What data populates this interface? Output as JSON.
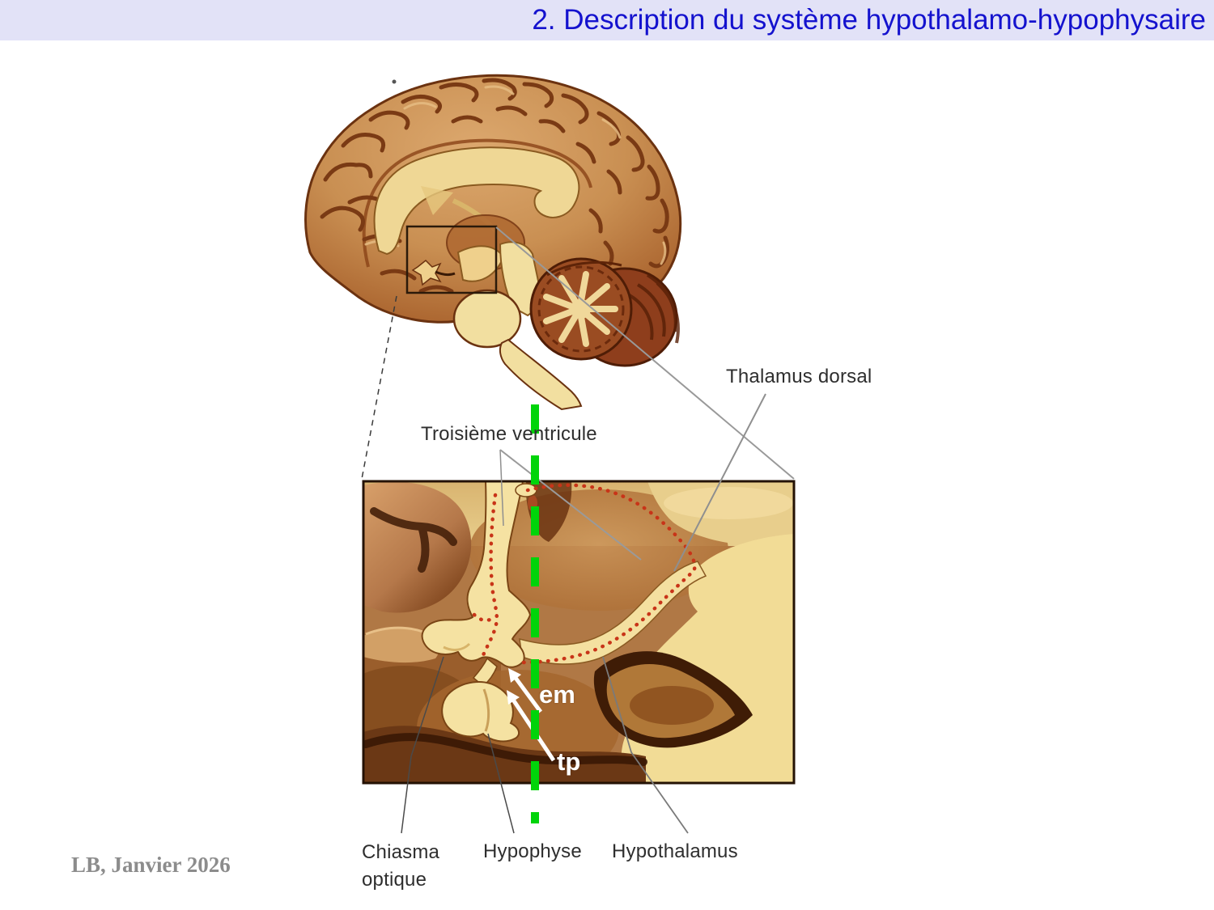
{
  "slide": {
    "title": "2. Description du système hypothalamo-hypophysaire",
    "credit": "LB, Janvier 2026"
  },
  "diagram": {
    "labels": {
      "thalamus_dorsal": "Thalamus dorsal",
      "troisieme_ventricule": "Troisième ventricule",
      "chiasma_line1": "Chiasma",
      "chiasma_line2": "optique",
      "hypophyse": "Hypophyse",
      "hypothalamus": "Hypothalamus",
      "em": "em",
      "tp": "tp"
    },
    "colors": {
      "header_bg": "#E2E2F7",
      "title_blue": "#1412CE",
      "midline_green": "#00D40A",
      "boundary_red": "#C83418",
      "label_dark": "#2E2E2E"
    }
  }
}
